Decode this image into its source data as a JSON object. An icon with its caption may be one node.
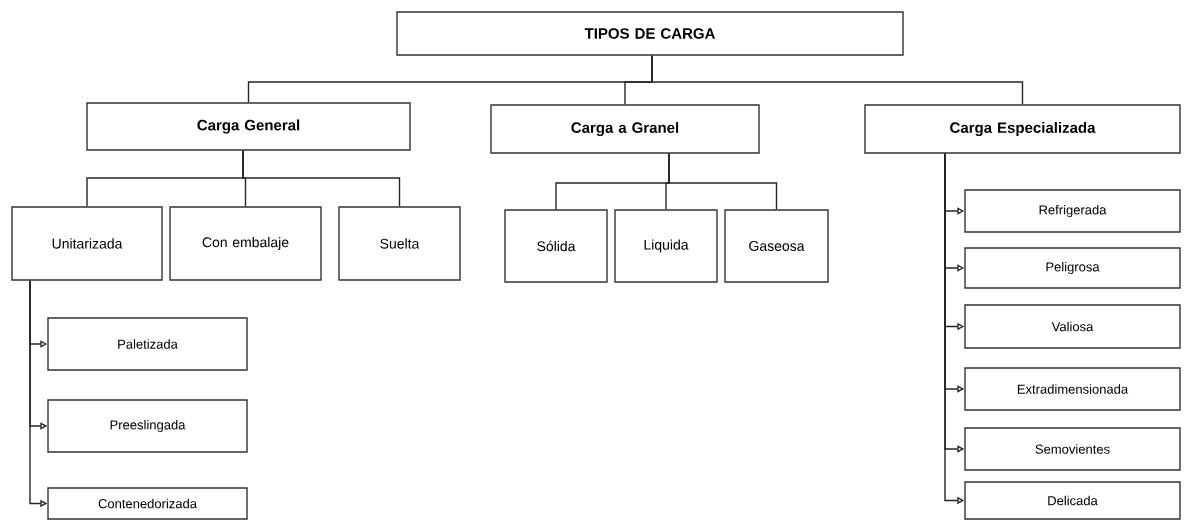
{
  "diagram": {
    "nodes": [
      {
        "text": [
          "TIPOS DE CARGA"
        ]
      },
      {
        "text": [
          "Carga General"
        ]
      },
      {
        "text": [
          "Carga a Granel"
        ]
      },
      {
        "text": [
          "Carga Especializada"
        ]
      },
      {
        "text": [
          "Unitarizada"
        ]
      },
      {
        "text": [
          "Con embalaje"
        ]
      },
      {
        "text": [
          "Suelta"
        ]
      },
      {
        "text": [
          "Sólida"
        ]
      },
      {
        "text": [
          "Liquida"
        ]
      },
      {
        "text": [
          "Gaseosa"
        ]
      },
      {
        "text": [
          "Paletizada"
        ]
      },
      {
        "text": [
          "Preeslingada"
        ]
      },
      {
        "text": [
          "Contenedorizada"
        ]
      },
      {
        "text": [
          "Refrigerada"
        ]
      },
      {
        "text": [
          "Peligrosa"
        ]
      },
      {
        "text": [
          "Valiosa"
        ]
      },
      {
        "text": [
          "Extradimensionada"
        ]
      },
      {
        "text": [
          "Semovientes"
        ]
      },
      {
        "text": [
          "Delicada"
        ]
      }
    ],
    "edges": [
      {
        "from": 0,
        "to": 1,
        "arrow": "none"
      },
      {
        "from": 0,
        "to": 2,
        "arrow": "none"
      },
      {
        "from": 0,
        "to": 3,
        "arrow": "none"
      },
      {
        "from": 1,
        "to": 4,
        "arrow": "none"
      },
      {
        "from": 1,
        "to": 5,
        "arrow": "none"
      },
      {
        "from": 1,
        "to": 6,
        "arrow": "none"
      },
      {
        "from": 2,
        "to": 7,
        "arrow": "none"
      },
      {
        "from": 2,
        "to": 8,
        "arrow": "none"
      },
      {
        "from": 2,
        "to": 9,
        "arrow": "none"
      },
      {
        "from": 4,
        "to": 10,
        "arrow": "to"
      },
      {
        "from": 4,
        "to": 11,
        "arrow": "to"
      },
      {
        "from": 4,
        "to": 12,
        "arrow": "to"
      },
      {
        "from": 3,
        "to": 13,
        "arrow": "to"
      },
      {
        "from": 3,
        "to": 14,
        "arrow": "to"
      },
      {
        "from": 3,
        "to": 15,
        "arrow": "to"
      },
      {
        "from": 3,
        "to": 16,
        "arrow": "to"
      },
      {
        "from": 3,
        "to": 17,
        "arrow": "to"
      },
      {
        "from": 3,
        "to": 18,
        "arrow": "to"
      }
    ]
  }
}
